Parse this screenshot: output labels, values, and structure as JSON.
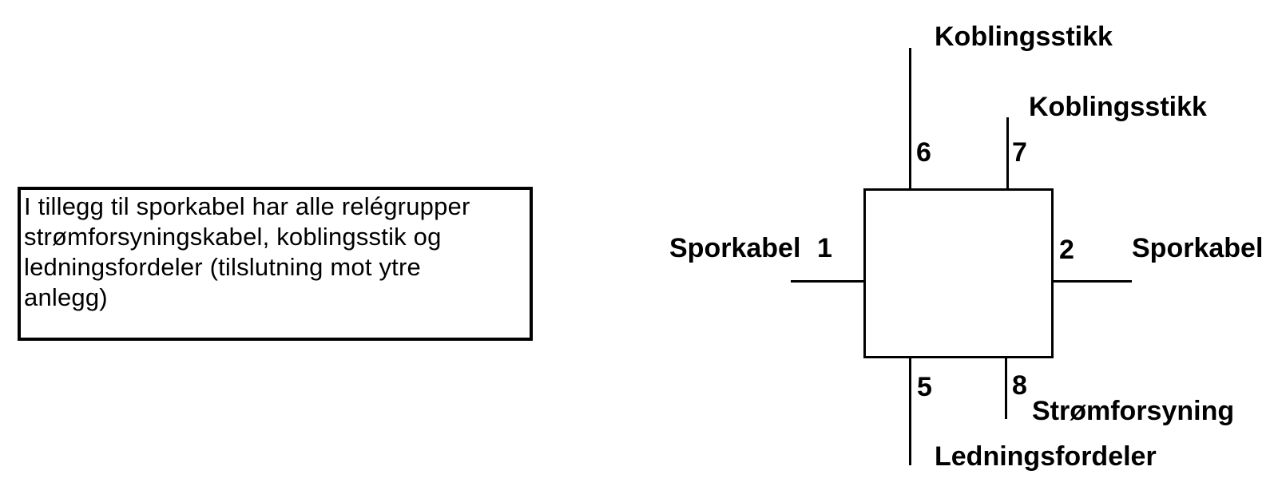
{
  "note_box": {
    "lines": [
      "I tillegg til sporkabel har alle relégrupper",
      "strømforsyningskabel, koblingsstik og",
      "ledningsfordeler (tilslutning mot ytre",
      "anlegg)"
    ]
  },
  "diagram": {
    "component": "relay-group-box",
    "pins": [
      {
        "number": "1",
        "label": "Sporkabel",
        "side": "left"
      },
      {
        "number": "2",
        "label": "Sporkabel",
        "side": "right"
      },
      {
        "number": "5",
        "label": "Ledningsfordeler",
        "side": "bottom-left"
      },
      {
        "number": "6",
        "label": "Koblingsstikk",
        "side": "top-left"
      },
      {
        "number": "7",
        "label": "Koblingsstikk",
        "side": "top-right"
      },
      {
        "number": "8",
        "label": "Strømforsyning",
        "side": "bottom-right"
      }
    ],
    "colors": {
      "line": "#000000",
      "text": "#000000",
      "background": "#ffffff"
    }
  }
}
